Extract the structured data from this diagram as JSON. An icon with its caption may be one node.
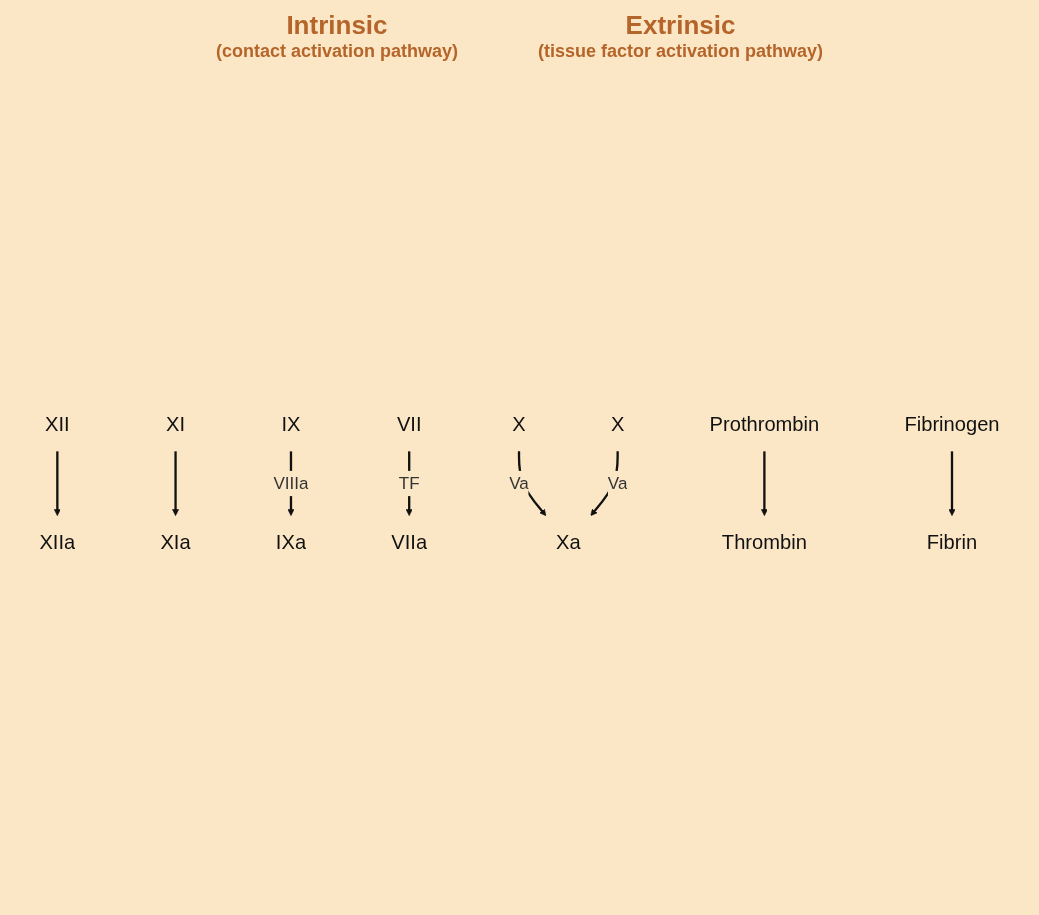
{
  "diagram": {
    "nodes": [
      {
        "text": [
          "XII"
        ]
      },
      {
        "text": [
          "XIIa"
        ]
      },
      {
        "text": [
          "XI"
        ]
      },
      {
        "text": [
          "XIa"
        ]
      },
      {
        "text": [
          "IX"
        ]
      },
      {
        "text": [
          "IXa"
        ]
      },
      {
        "text": [
          "VIIa"
        ]
      },
      {
        "text": [
          "VII"
        ]
      },
      {
        "text": [
          "X"
        ]
      },
      {
        "text": [
          "Xa"
        ]
      },
      {
        "text": [
          "X"
        ]
      },
      {
        "text": [
          "Prothrombin"
        ]
      },
      {
        "text": [
          "Thrombin"
        ]
      },
      {
        "text": [
          "Fibrinogen"
        ]
      },
      {
        "text": [
          "Fibrin"
        ]
      }
    ],
    "edges": [
      {
        "from": 0,
        "to": 1,
        "arrow": "to"
      },
      {
        "from": 2,
        "to": 3,
        "arrow": "to"
      },
      {
        "from": 4,
        "to": 5,
        "label": "VIIIa",
        "arrow": "to"
      },
      {
        "from": 7,
        "to": 6,
        "label": "TF",
        "arrow": "to"
      },
      {
        "from": 8,
        "to": 9,
        "label": "Va",
        "arrow": "to"
      },
      {
        "from": 10,
        "to": 9,
        "label": "Va",
        "arrow": "to"
      },
      {
        "from": 11,
        "to": 12,
        "arrow": "to"
      },
      {
        "from": 13,
        "to": 14,
        "arrow": "to"
      }
    ],
    "labels": [
      "Intrinsic",
      "(contact activation pathway)",
      "Extrinsic",
      "(tissue factor activation pathway)"
    ]
  }
}
